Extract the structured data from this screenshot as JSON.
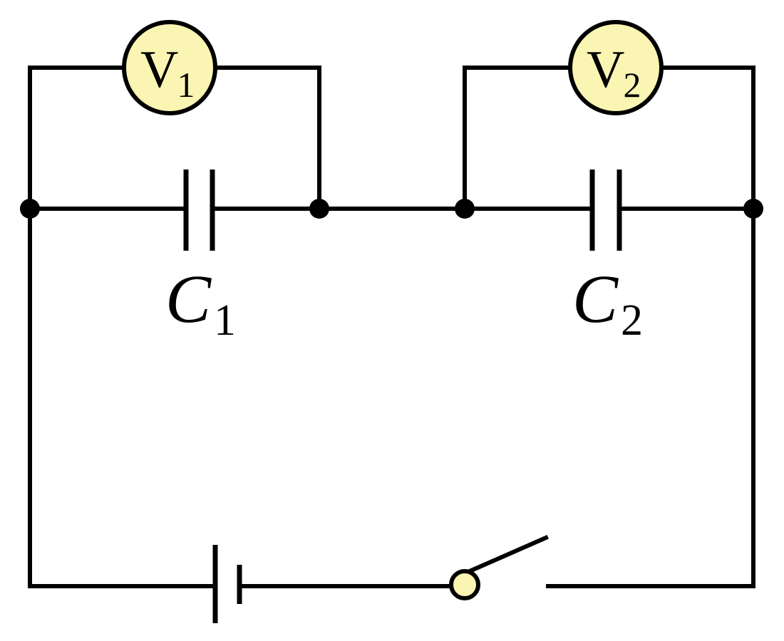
{
  "colors": {
    "wire": "#000000",
    "meter_fill": "#fbf5b3",
    "switch_pivot_fill": "#fbf5b3",
    "background": "#ffffff"
  },
  "voltmeter_1": {
    "letter": "V",
    "subscript": "1"
  },
  "voltmeter_2": {
    "letter": "V",
    "subscript": "2"
  },
  "capacitor_1": {
    "letter": "C",
    "subscript": "1"
  },
  "capacitor_2": {
    "letter": "C",
    "subscript": "2"
  },
  "switch": {
    "state": "open"
  }
}
